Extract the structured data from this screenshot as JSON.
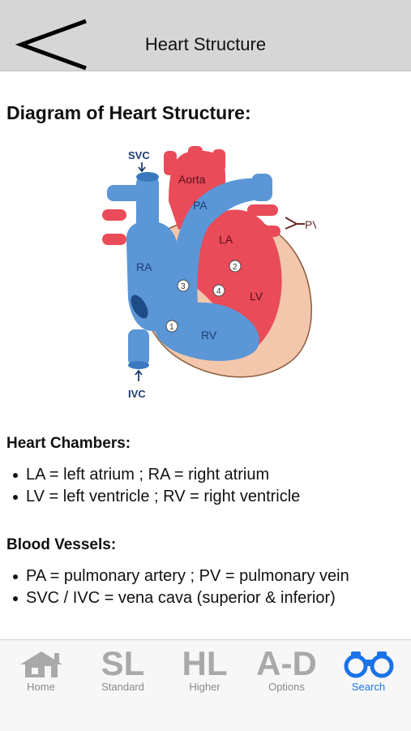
{
  "header": {
    "title": "Heart Structure"
  },
  "content": {
    "heading": "Diagram of Heart Structure:",
    "diagram_labels": {
      "svc": "SVC",
      "aorta": "Aorta",
      "pa": "PA",
      "pv": "PV",
      "la": "LA",
      "ra": "RA",
      "lv": "LV",
      "rv": "RV",
      "ivc": "IVC",
      "valve1": "1",
      "valve2": "2",
      "valve3": "3",
      "valve4": "4"
    },
    "chambers": {
      "title": "Heart Chambers:",
      "items": [
        "LA = left atrium  ;  RA = right atrium",
        "LV = left ventricle  ;  RV = right ventricle"
      ]
    },
    "vessels": {
      "title": "Blood Vessels:",
      "items": [
        "PA = pulmonary artery  ;  PV = pulmonary vein",
        "SVC / IVC = vena cava (superior & inferior)"
      ]
    }
  },
  "tabbar": {
    "tabs": [
      {
        "label": "Home",
        "icon": "house-icon",
        "active": false
      },
      {
        "label": "Standard",
        "icon_text": "SL",
        "active": false
      },
      {
        "label": "Higher",
        "icon_text": "HL",
        "active": false
      },
      {
        "label": "Options",
        "icon_text": "A-D",
        "active": false
      },
      {
        "label": "Search",
        "icon": "binoculars-icon",
        "active": true
      }
    ]
  },
  "colors": {
    "header_bg": "#d6d6d6",
    "tabbar_bg": "#f7f7f7",
    "tab_inactive": "#a9a9a9",
    "tab_active": "#1a73e8",
    "heart_red": "#e94b59",
    "heart_blue": "#5b96d6",
    "heart_tissue": "#f2c7ac"
  }
}
